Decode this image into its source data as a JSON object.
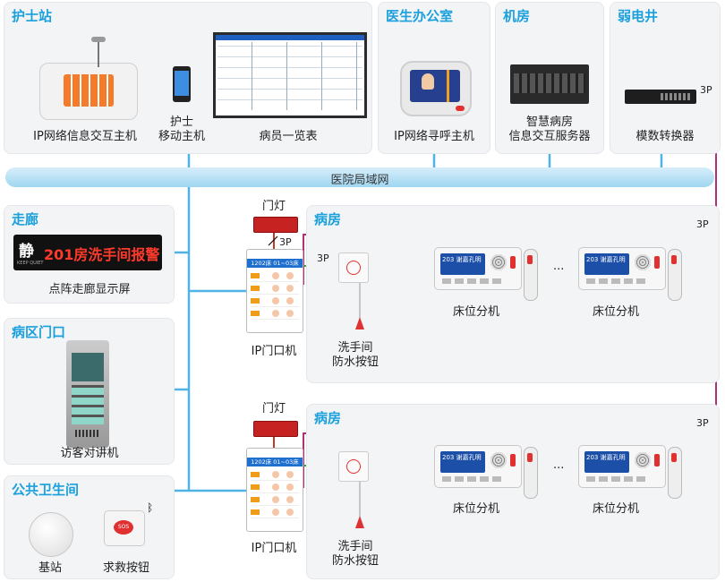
{
  "panels": {
    "nurse_station": "护士站",
    "doctor_office": "医生办公室",
    "machine_room": "机房",
    "weak_well": "弱电井",
    "corridor": "走廊",
    "ward_gate": "病区门口",
    "public_toilet": "公共卫生间",
    "ward1": "病房",
    "ward2": "病房"
  },
  "devices": {
    "ip_console": "IP网络信息交互主机",
    "nurse_mobile_l1": "护士",
    "nurse_mobile_l2": "移动主机",
    "patient_overview": "病员一览表",
    "paging_host": "IP网络寻呼主机",
    "server_l1": "智慧病房",
    "server_l2": "信息交互服务器",
    "converter": "模数转换器",
    "led_display": "点阵走廊显示屏",
    "visitor_intercom": "访客对讲机",
    "base_station": "基站",
    "help_button": "求救按钮",
    "door_light_1": "门灯",
    "door_light_2": "门灯",
    "door_unit_1": "IP门口机",
    "door_unit_2": "IP门口机",
    "wash_btn_1_l1": "洗手间",
    "wash_btn_1_l2": "防水按钮",
    "wash_btn_2_l1": "洗手间",
    "wash_btn_2_l2": "防水按钮",
    "bed1a": "床位分机",
    "bed1b": "床位分机",
    "bed2a": "床位分机",
    "bed2b": "床位分机"
  },
  "network": {
    "lan": "医院局域网"
  },
  "wire_tags": {
    "t1": "3P",
    "t2": "3P",
    "t3": "3P",
    "t4": "3P",
    "t5": "3P"
  },
  "ellipsis": {
    "e1": "···",
    "e2": "···"
  },
  "screens": {
    "led_char": "静",
    "led_sub": "KEEP QUIET",
    "led_text": "201房洗手间报警",
    "door_screen_1": "1202床 01~03床",
    "door_screen_2": "1202床 01~03床",
    "bed_screen": "203  谢嘉孔明",
    "bluetooth": "ᛒ"
  },
  "colors": {
    "title_blue": "#1aa0dc",
    "lan_wire": "#4fb3e6",
    "bus_wire": "#b0307a",
    "green_wire": "#3aa34a"
  }
}
